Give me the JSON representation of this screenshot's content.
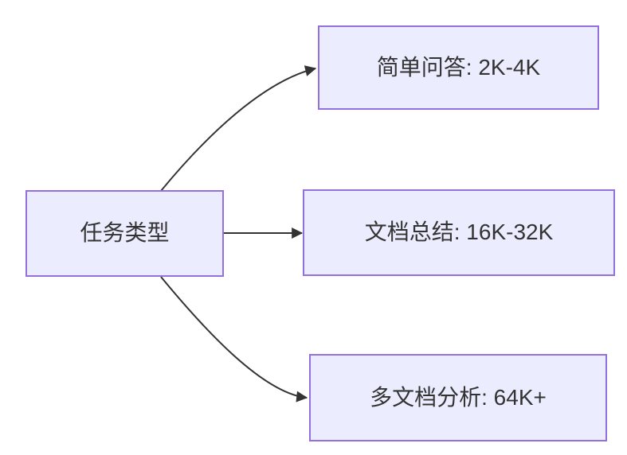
{
  "diagram": {
    "type": "flowchart-lr",
    "root": {
      "label": "任务类型"
    },
    "branches": [
      {
        "label": "简单问答: 2K-4K"
      },
      {
        "label": "文档总结: 16K-32K"
      },
      {
        "label": "多文档分析: 64K+"
      }
    ],
    "colors": {
      "node_fill": "#ECECFF",
      "node_border": "#9370DB",
      "edge_stroke": "#333333",
      "text": "#333333",
      "background": "#FFFFFF"
    }
  }
}
